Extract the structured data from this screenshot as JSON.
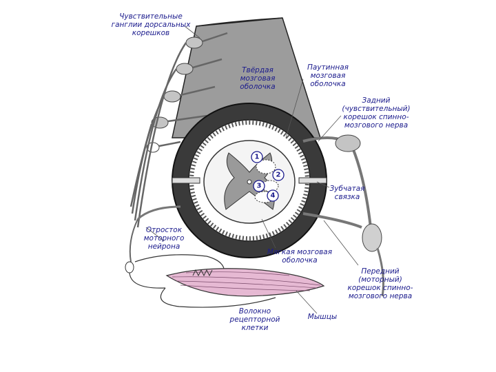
{
  "labels": {
    "ganglia": "Чувствительные\nганглии дорсальных\nкорешков",
    "dura": "Твёрдая\nмозговая\nоболочка",
    "arachnoid": "Паутинная\nмозговая\nоболочка",
    "dorsal_root": "Задний\n(чувствительный)\nкорешок спинно-\nмозгового нерва",
    "dentate": "Зубчатая\nсвязка",
    "motor_process": "Отросток\nмоторного\nнейрона",
    "pia": "Мягкая мозговая\nоболочка",
    "ventral_root": "Передний\n(моторный)\nкорешок спинно-\nмозгового нерва",
    "receptor_fiber": "Волокно\nрецепторной\nклетки",
    "muscle": "Мышцы"
  },
  "markers": [
    "1",
    "2",
    "3",
    "4"
  ],
  "colors": {
    "label": "#1a1a8c",
    "dura": "#3a3a3a",
    "cord_grey": "#9a9a9a",
    "muscle": "#e6b9d3"
  }
}
